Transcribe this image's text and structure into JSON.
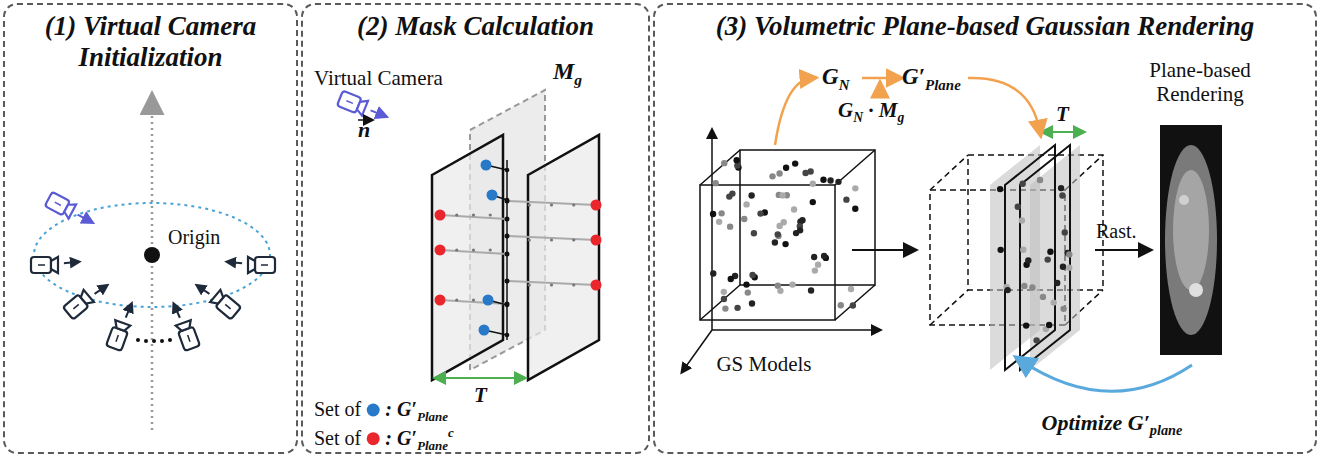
{
  "diagram": {
    "nodes": [
      {
        "text": [
          "(1) Virtual Camera Initialization"
        ]
      },
      {
        "text": [
          "(2) Mask Calculation"
        ]
      },
      {
        "text": [
          "(3) Volumetric Plane-based Gaussian Rendering"
        ]
      }
    ],
    "edges": [],
    "labels": [
      "Origin",
      "Virtual Camera",
      "n",
      "M",
      "g",
      "T",
      "Set of",
      ": G′",
      "Plane",
      "Set of",
      ": G′",
      "Plane",
      "c",
      "G",
      "N",
      "G′",
      "Plane",
      "G",
      "N",
      " · M",
      "g",
      "T",
      "Plane-based Rendering",
      "Rast.",
      "GS Models",
      "Optimize G′",
      "plane"
    ]
  }
}
